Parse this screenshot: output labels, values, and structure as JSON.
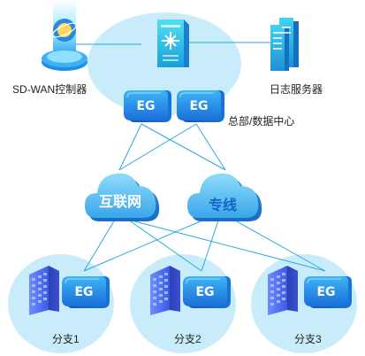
{
  "nodes": {
    "controller": {
      "label": "SD-WAN控制器"
    },
    "log_server": {
      "label": "日志服务器"
    },
    "hq": {
      "label": "总部/数据中心"
    },
    "internet_cloud": {
      "label": "互联网"
    },
    "private_line_cloud": {
      "label": "专线"
    },
    "device_badge": {
      "label": "EG"
    },
    "branches": [
      {
        "label": "分支1"
      },
      {
        "label": "分支2"
      },
      {
        "label": "分支3"
      }
    ]
  },
  "colors": {
    "link": "#29a9de",
    "zone_fill": "#c9ecfb",
    "eg_fill": "#1f8fe6",
    "cloud_fill": "#58bff0",
    "building": "#4e6ff0"
  }
}
